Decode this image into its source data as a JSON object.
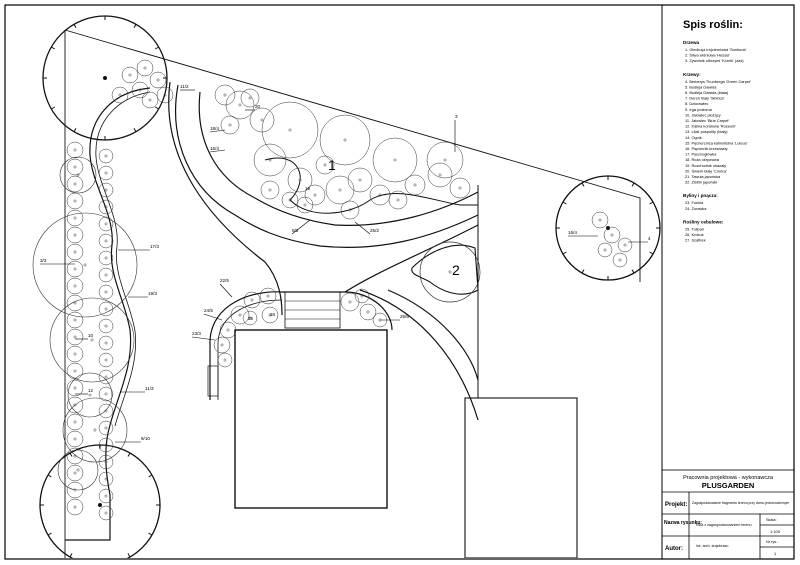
{
  "legend": {
    "title": "Spis roślin:",
    "sections": [
      {
        "heading": "Drzewa",
        "items": [
          "1. Glediczja trójcierniowa 'Sunburst'",
          "2. Śliwa wiśniowa 'Hessei'",
          "3. Żywotnik olbrzymi 'Kórnik' (żaś)"
        ]
      },
      {
        "heading": "Krzewy:",
        "items": [
          "4. Berberys Thunberga 'Green Carpet'",
          "5. Budleja Dawida",
          "6. Budleja Dawida (biała)",
          "7. Dereń biały 'Sibirica'",
          "8. Dziurawiec",
          "9. Irga pozioma",
          "10. Jałowiec płożący",
          "11. Jałowiec 'Blue Carpet'",
          "12. Kalina koralowa 'Roseum'",
          "13. Lilak pospolity (biały)",
          "14. Ognik",
          "15. Pęcherznica kalinolistna 'Luteus'",
          "16. Pięciornik krzewiasty",
          "17. Pysznogłówka",
          "18. Róża okrywowa",
          "19. Rozchodnik okazały",
          "20. Świerk biały 'Conica'",
          "21. Tawuła japońska",
          "22. Złotlin japoński"
        ]
      },
      {
        "heading": "Byliny i pnącza:",
        "items": [
          "23. Funkia",
          "24. Żurawka"
        ]
      },
      {
        "heading": "Rośliny cebulowe:",
        "items": [
          "25. Tulipan",
          "26. Krokus",
          "27. Szafirek"
        ]
      }
    ]
  },
  "title_block": {
    "studio_caption": "Pracownia projektowa - wykonawcza",
    "studio_name": "PLUSGARDEN",
    "project_label": "Projekt:",
    "project_value": "Zagospodarowanie fragmentu terenu przy domu jednorodzinnym",
    "drawing_label": "Nazwa rysunku:",
    "drawing_value": "Rzut z zagospodarowaniem terenu",
    "scale_label": "Skala:",
    "scale_value": "1:100",
    "author_label": "Autor:",
    "author_value": "inż. arch. krajobrazu",
    "sheet_label": "Nr rys.:",
    "sheet_value": "1"
  },
  "plan": {
    "bed_numbers": [
      "1",
      "2"
    ],
    "callouts": [
      "11/2",
      "18/4",
      "20",
      "16/4",
      "8/2",
      "25/2",
      "3",
      "17/3",
      "3/3",
      "19/3",
      "10",
      "12",
      "11/3",
      "9/10",
      "22/5",
      "24/5",
      "23/3",
      "25",
      "26",
      "4",
      "25/5",
      "16/4",
      "19"
    ]
  }
}
